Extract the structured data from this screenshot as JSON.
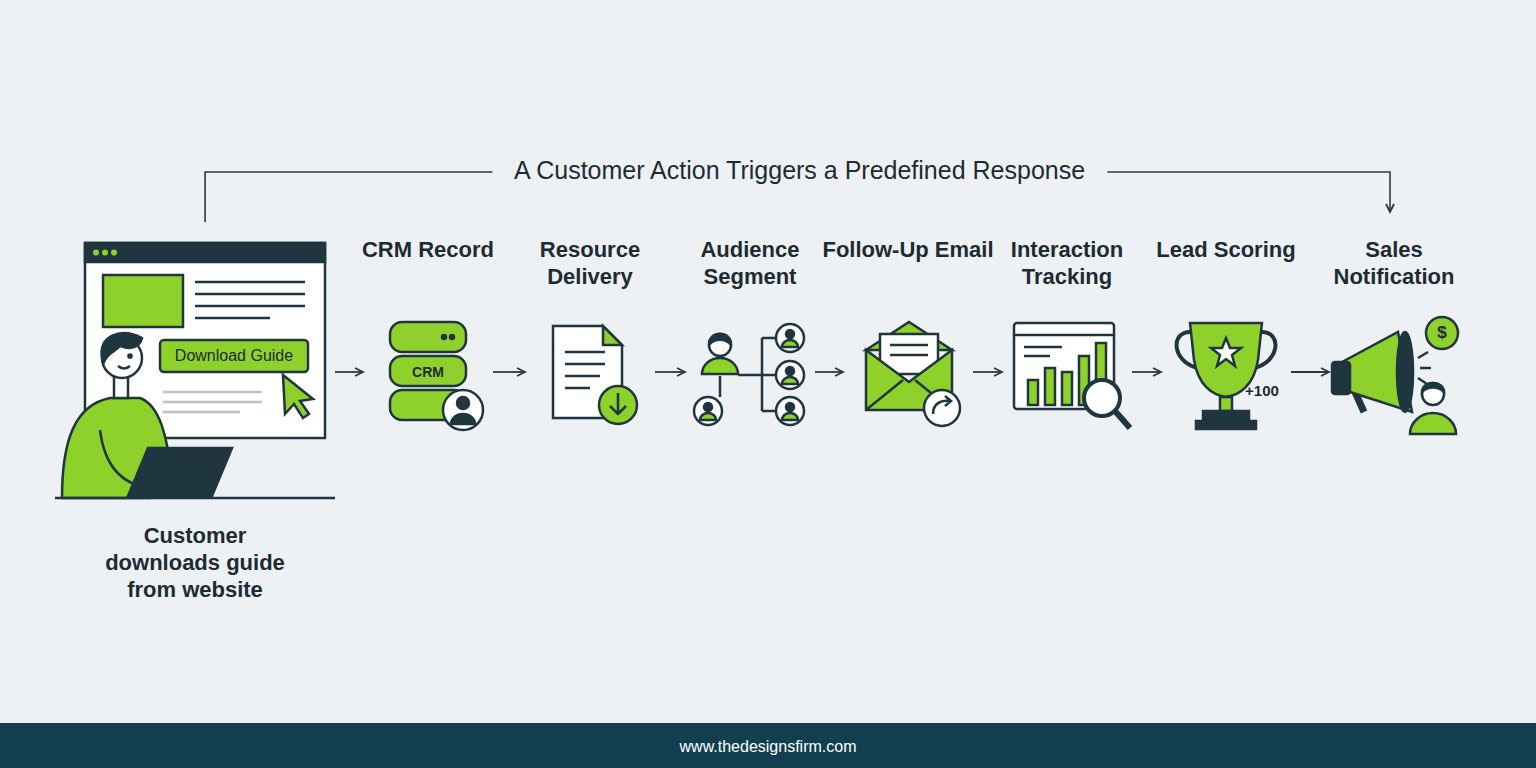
{
  "diagram": {
    "nodes": [
      {
        "text": [
          "Customer downloads guide from website"
        ]
      },
      {
        "text": [
          "CRM Record"
        ]
      },
      {
        "text": [
          "Resource Delivery"
        ]
      },
      {
        "text": [
          "Audience Segment"
        ]
      },
      {
        "text": [
          "Follow-Up Email"
        ]
      },
      {
        "text": [
          "Interaction Tracking"
        ]
      },
      {
        "text": [
          "Lead Scoring"
        ]
      },
      {
        "text": [
          "Sales Notification"
        ]
      }
    ],
    "edges": [
      {
        "from": 0,
        "to": 1,
        "arrow": "to"
      },
      {
        "from": 1,
        "to": 2,
        "arrow": "to"
      },
      {
        "from": 2,
        "to": 3,
        "arrow": "to"
      },
      {
        "from": 3,
        "to": 4,
        "arrow": "to"
      },
      {
        "from": 4,
        "to": 5,
        "arrow": "to"
      },
      {
        "from": 5,
        "to": 6,
        "arrow": "to"
      },
      {
        "from": 6,
        "to": 7,
        "arrow": "to"
      },
      {
        "from": 0,
        "to": 7,
        "arrow": "to",
        "label": "A Customer Action Triggers a Predefined Response"
      }
    ],
    "labels": [
      "Download Guide",
      "CRM",
      "+100",
      "$",
      "www.thedesignsfirm.com"
    ]
  }
}
